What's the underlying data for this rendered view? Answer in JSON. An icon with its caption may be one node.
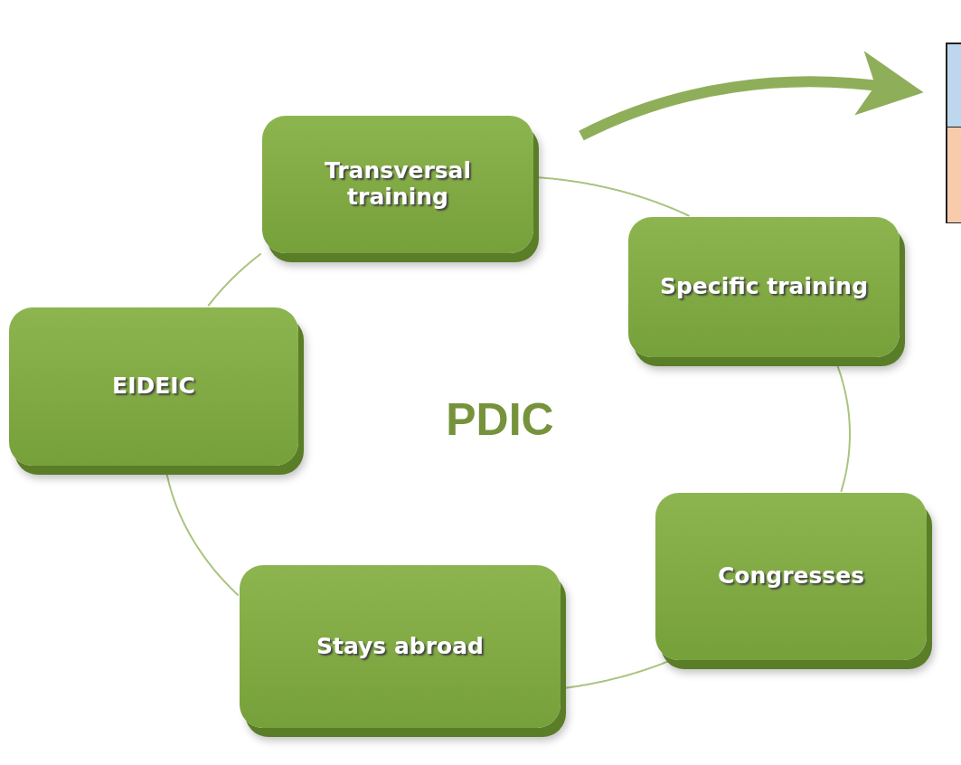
{
  "diagram": {
    "nodes": [
      {
        "text": [
          "Transversal training"
        ]
      },
      {
        "text": [
          "Specific training"
        ]
      },
      {
        "text": [
          "Congresses"
        ]
      },
      {
        "text": [
          "Stays abroad"
        ]
      },
      {
        "text": [
          "EIDEIC"
        ]
      },
      {
        "text": [],
        "shape": "box"
      },
      {
        "text": [],
        "shape": "box",
        "in": 5
      },
      {
        "text": [],
        "shape": "box",
        "in": 5
      }
    ],
    "edges": [
      {
        "from": 0,
        "to": 1,
        "arrow": "none"
      },
      {
        "from": 1,
        "to": 2,
        "arrow": "none"
      },
      {
        "from": 2,
        "to": 3,
        "arrow": "none"
      },
      {
        "from": 3,
        "to": 4,
        "arrow": "none"
      },
      {
        "from": 4,
        "to": 0,
        "arrow": "none"
      },
      {
        "from": null,
        "to": 5,
        "arrow": "to",
        "style": "thick",
        "color": "#8fae5a"
      }
    ],
    "labels": [
      "PDIC"
    ]
  }
}
